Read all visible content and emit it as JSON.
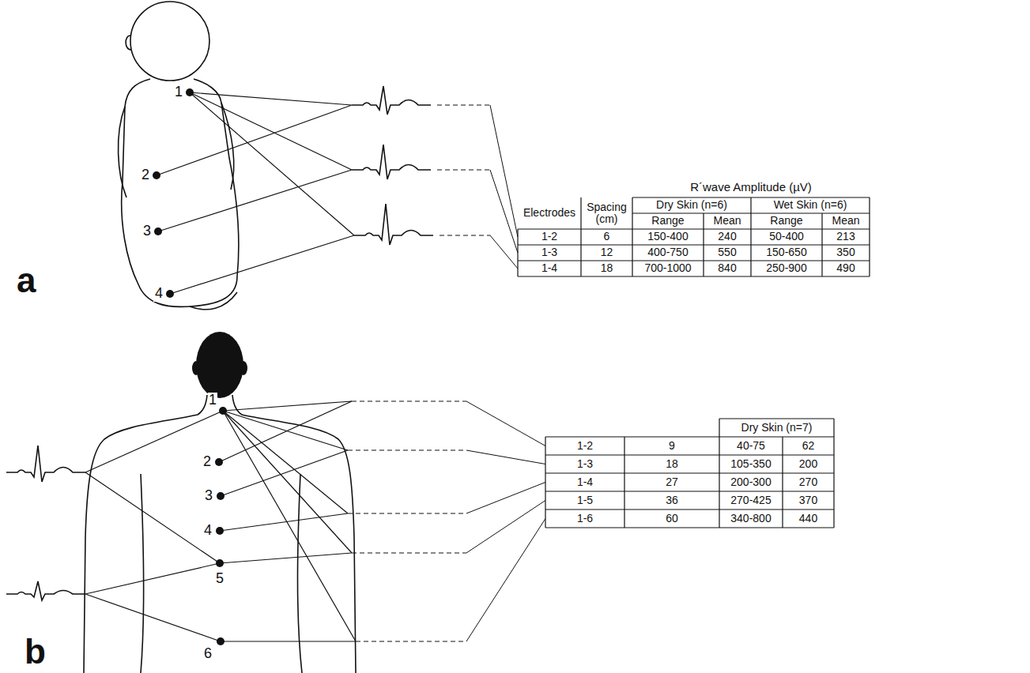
{
  "diagram": {
    "labels": [
      "1",
      "2",
      "3",
      "4",
      "a",
      "R´wave Amplitude (µV)",
      "Electrodes",
      "Spacing (cm)",
      "Dry Skin (n=6)",
      "Wet Skin (n=6)",
      "Range",
      "Mean",
      "Range",
      "Mean",
      "1-2",
      "6",
      "150-400",
      "240",
      "50-400",
      "213",
      "1-3",
      "12",
      "400-750",
      "550",
      "150-650",
      "350",
      "1-4",
      "18",
      "700-1000",
      "840",
      "250-900",
      "490",
      "1",
      "2",
      "3",
      "4",
      "5",
      "6",
      "b",
      "Dry Skin (n=7)",
      "1-2",
      "9",
      "40-75",
      "62",
      "1-3",
      "18",
      "105-350",
      "200",
      "1-4",
      "27",
      "200-300",
      "270",
      "1-5",
      "36",
      "270-425",
      "370",
      "1-6",
      "60",
      "340-800",
      "440"
    ]
  }
}
